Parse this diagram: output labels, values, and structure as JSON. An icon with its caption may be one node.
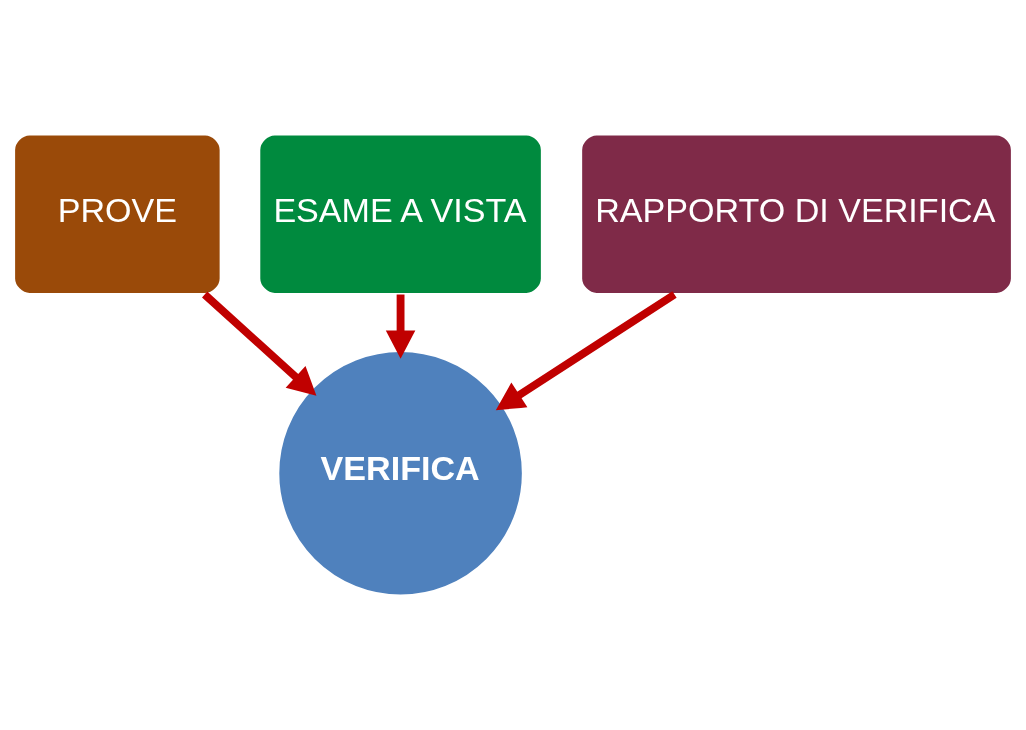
{
  "diagram": {
    "nodes": [
      {
        "text": [
          "PROVE"
        ]
      },
      {
        "text": [
          "ESAME A VISTA"
        ]
      },
      {
        "text": [
          "RAPPORTO DI VERIFICA"
        ]
      },
      {
        "text": [
          "VERIFICA"
        ]
      }
    ],
    "edges": [
      {
        "from": 0,
        "to": 3,
        "arrow": "to"
      },
      {
        "from": 1,
        "to": 3,
        "arrow": "to"
      },
      {
        "from": 2,
        "to": 3,
        "arrow": "to"
      }
    ]
  }
}
